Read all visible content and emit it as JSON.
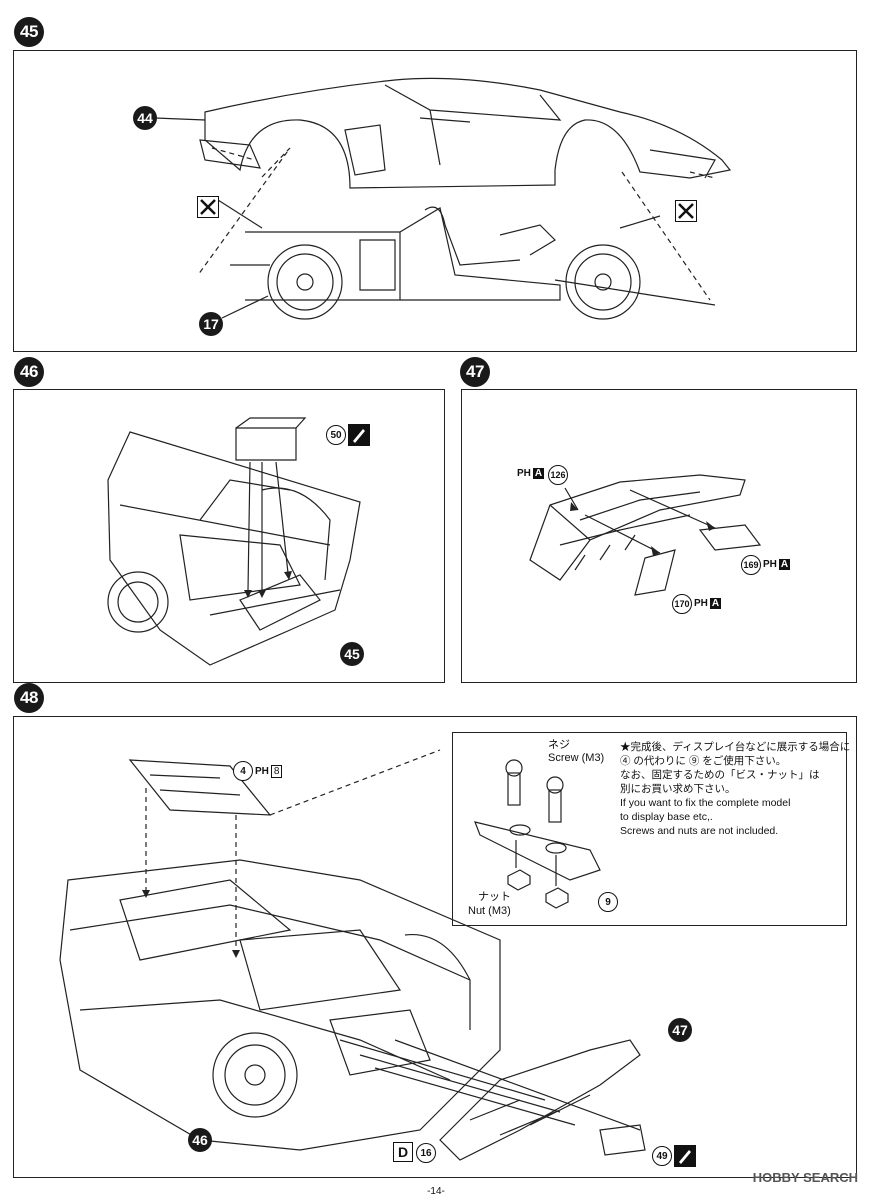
{
  "steps": [
    {
      "number": "45"
    },
    {
      "number": "46"
    },
    {
      "number": "47"
    },
    {
      "number": "48"
    }
  ],
  "step45": {
    "ref_body": "44",
    "ref_chassis": "17"
  },
  "step46": {
    "part": "50",
    "ref_result": "45"
  },
  "step47": {
    "parts": [
      {
        "num": "126",
        "ph": "PH",
        "code": "A"
      },
      {
        "num": "169",
        "ph": "PH",
        "code": "A"
      },
      {
        "num": "170",
        "ph": "PH",
        "code": "A"
      }
    ]
  },
  "step48": {
    "part_plate": {
      "num": "4",
      "ph": "PH",
      "code": "8"
    },
    "screw_label_jp": "ネジ",
    "screw_label_en": "Screw (M3)",
    "nut_label_jp": "ナット",
    "nut_label_en": "Nut (M3)",
    "part_bracket": "9",
    "ref_diffuser": "47",
    "ref_main": "46",
    "part_49": "49",
    "d_label": "D",
    "part_16": "16",
    "note_lines": [
      "★完成後、ディスプレイ台などに展示する場合に",
      "④ の代わりに ⑨ をご使用下さい。",
      "なお、固定するための「ビス・ナット」は",
      "別にお買い求め下さい。",
      "If you want to fix the complete model",
      "to display base etc,.",
      "Screws and nuts are not included."
    ]
  },
  "page_number": "-14-",
  "watermark": "HOBBY SEARCH"
}
